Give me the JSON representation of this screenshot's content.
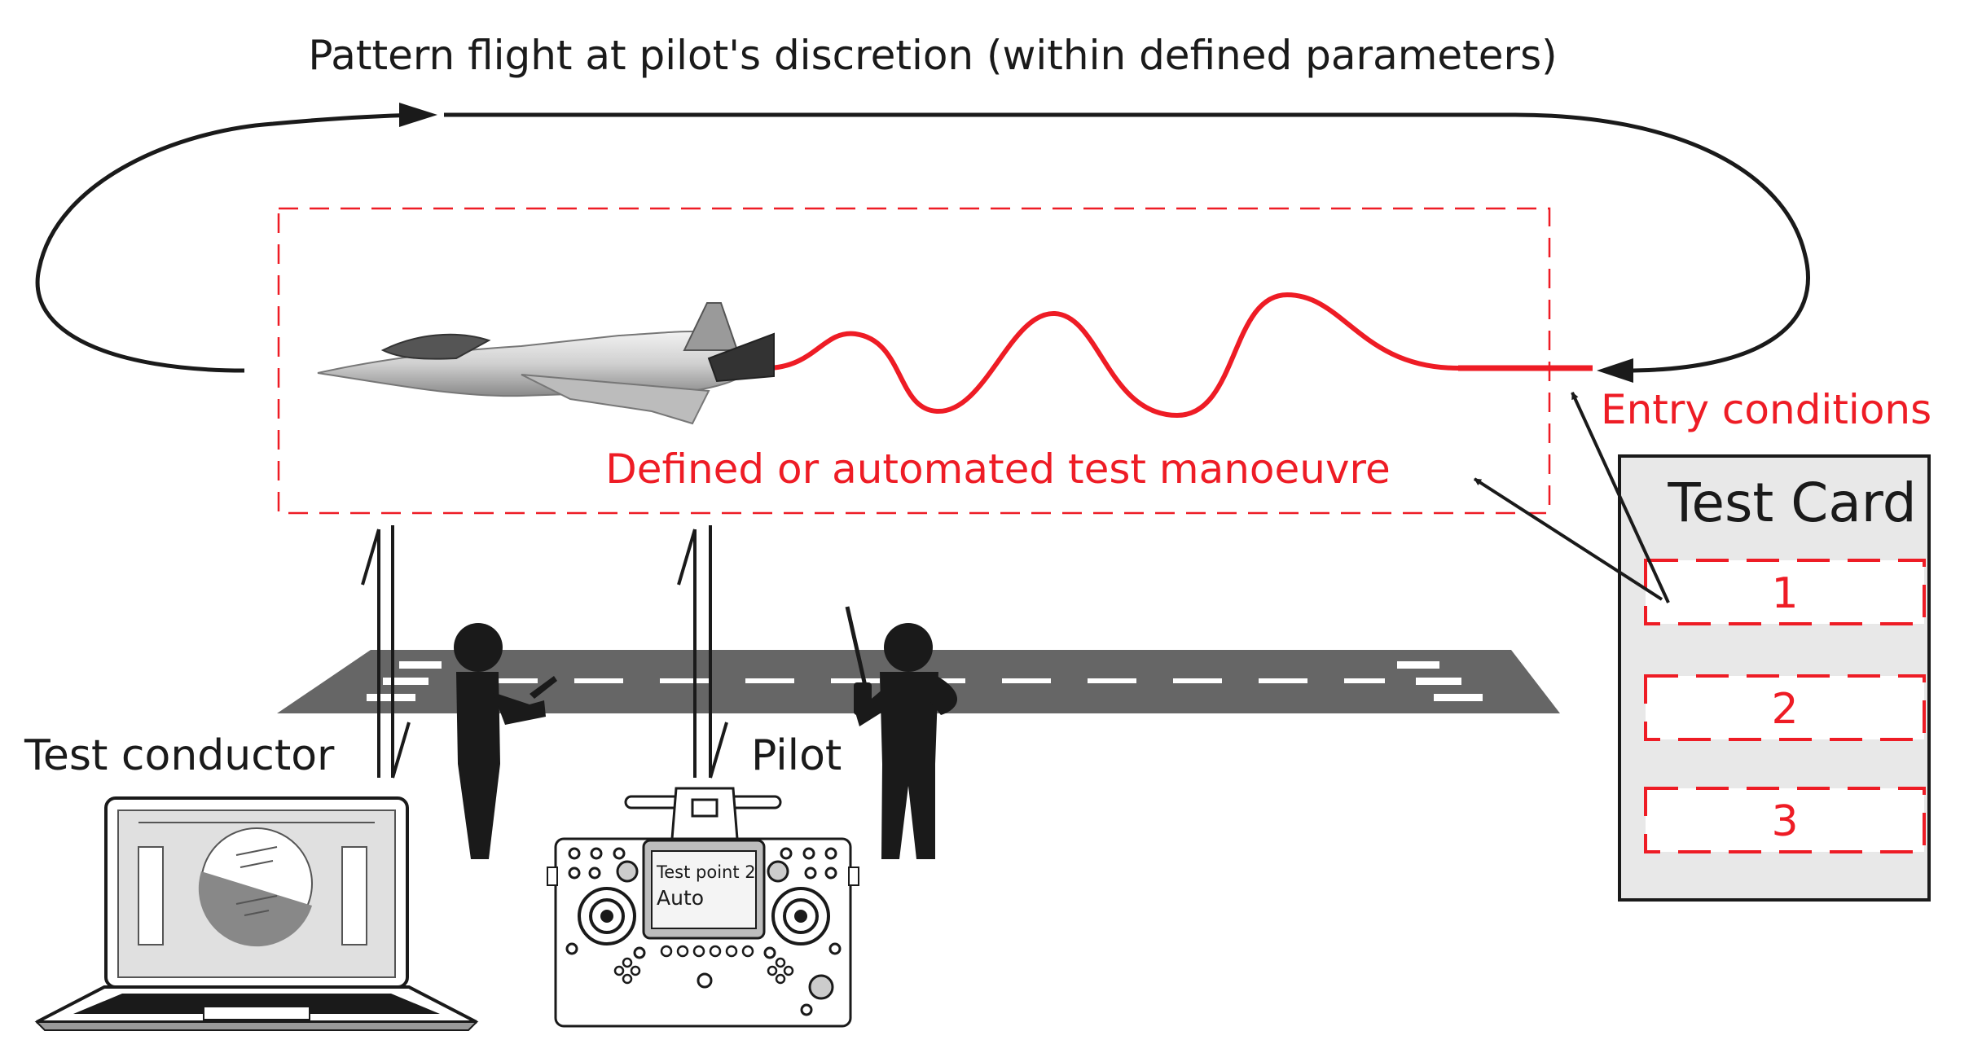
{
  "title": "Pattern flight at pilot's discretion (within defined parameters)",
  "maneuver_label": "Defined or automated test manoeuvre",
  "entry_label": "Entry conditions",
  "conductor_label": "Test conductor",
  "pilot_label": "Pilot",
  "test_card": {
    "title": "Test Card",
    "items": [
      "1",
      "2",
      "3"
    ]
  },
  "transmitter_screen": {
    "line1": "Test point 2",
    "line2": "Auto"
  },
  "colors": {
    "accent_red": "#ee1c25",
    "ink": "#1a1a1a",
    "runway": "#666666",
    "card_bg": "#e8e8e8"
  }
}
